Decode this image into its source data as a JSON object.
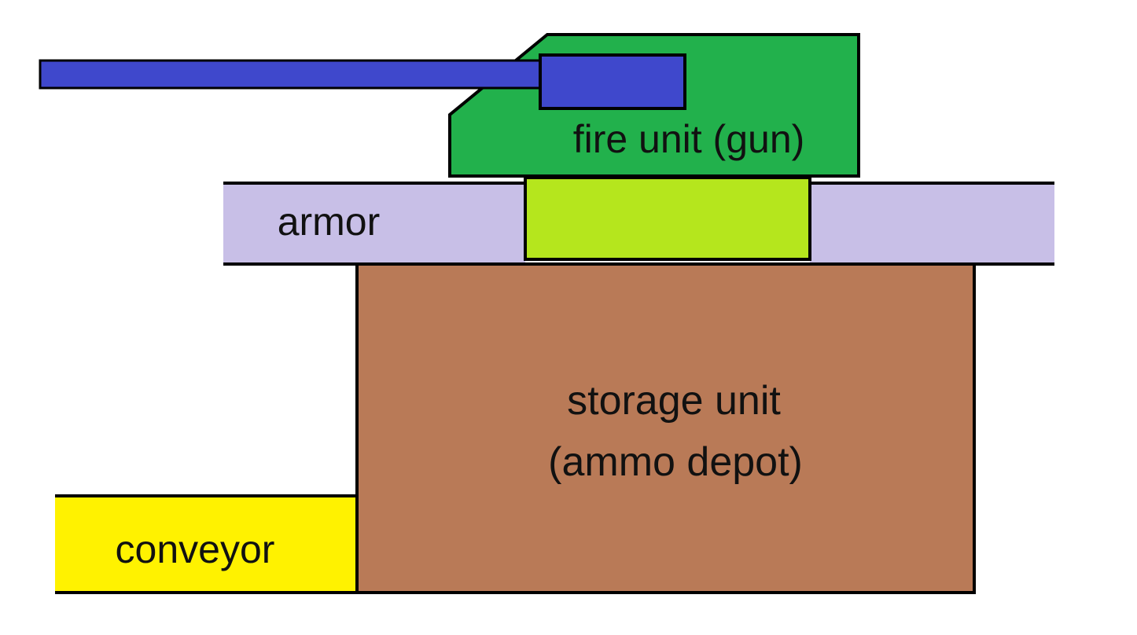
{
  "diagram": {
    "labels": {
      "fire_unit": "fire unit (gun)",
      "armor": "armor",
      "storage_line1": "storage unit",
      "storage_line2": "(ammo depot)",
      "conveyor": "conveyor"
    },
    "colors": {
      "barrel": "#3f48cc",
      "turret": "#22b14c",
      "armor": "#c8bfe7",
      "hatch": "#b5e61d",
      "storage": "#b97a57",
      "conveyor": "#fff200",
      "outline": "#000000"
    }
  }
}
